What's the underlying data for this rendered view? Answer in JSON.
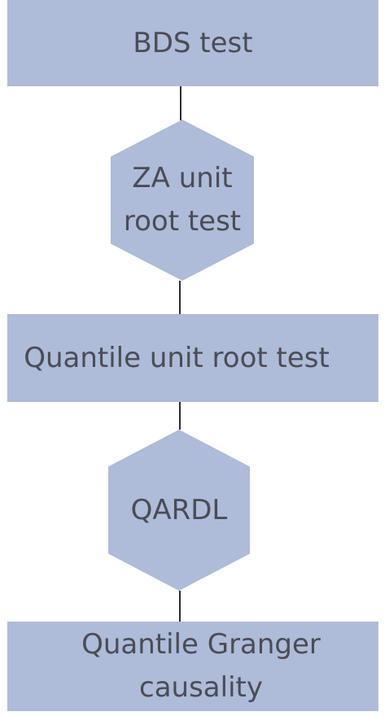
{
  "flow": {
    "steps": [
      {
        "label": "BDS test",
        "shape": "rectangle"
      },
      {
        "label": "ZA unit\nroot test",
        "shape": "hexagon"
      },
      {
        "label": "Quantile unit root test",
        "shape": "rectangle"
      },
      {
        "label": "QARDL",
        "shape": "hexagon"
      },
      {
        "label": "Quantile Granger\ncausality",
        "shape": "rectangle"
      }
    ]
  },
  "colors": {
    "shape_fill": "#aebbd9",
    "text": "#4a4c56",
    "connector": "#2d2d2d"
  }
}
